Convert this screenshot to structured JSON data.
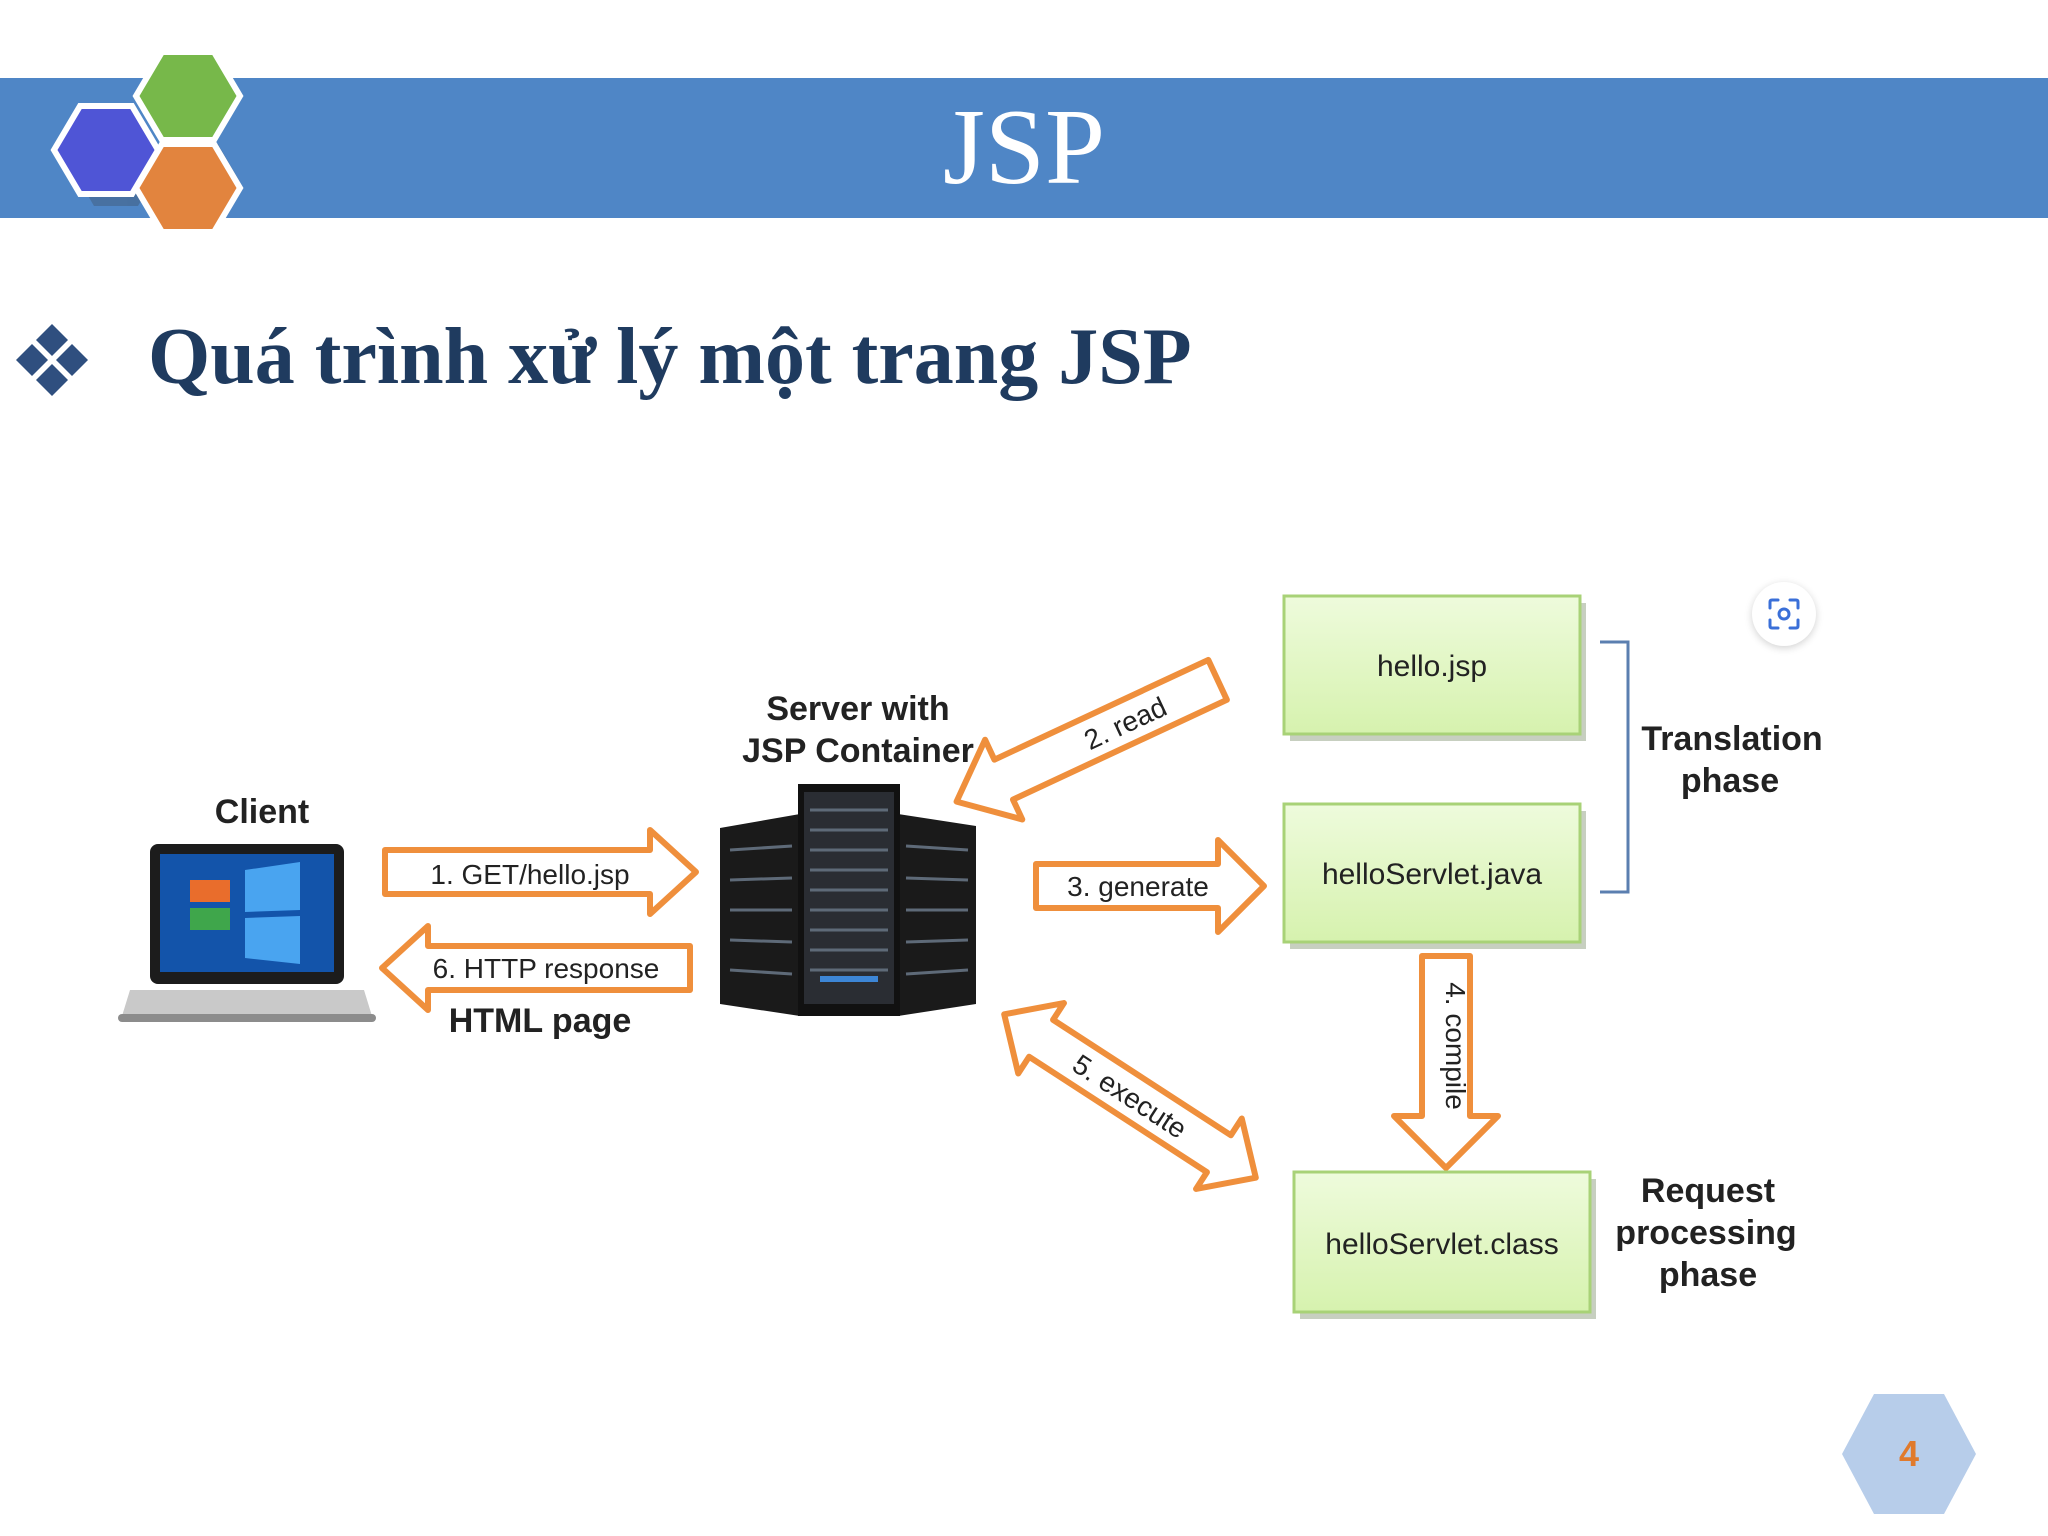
{
  "slide": {
    "title": "JSP",
    "heading": "Quá trình xử lý một trang JSP",
    "page_number": "4"
  },
  "diagram": {
    "client_label": "Client",
    "server_label_line1": "Server with",
    "server_label_line2": "JSP Container",
    "step1": "1. GET/hello.jsp",
    "step2": "2. read",
    "step3": "3. generate",
    "step4": "4. compile",
    "step5": "5. execute",
    "step6": "6. HTTP response",
    "html_page_label": "HTML page",
    "box_jsp": "hello.jsp",
    "box_java": "helloServlet.java",
    "box_class": "helloServlet.class",
    "translation_line1": "Translation",
    "translation_line2": "phase",
    "request_line1": "Request",
    "request_line2": "processing",
    "request_line3": "phase"
  },
  "icons": {
    "logo": "hexagon-cluster-logo",
    "bullet": "diamond-bullet-icon",
    "laptop": "laptop-icon",
    "server": "server-rack-icon",
    "screenshot": "screenshot-icon"
  },
  "colors": {
    "title_bar": "#4f86c6",
    "heading_text": "#1f3b5f",
    "arrow_orange": "#ef8f3c",
    "box_green": "#e2f7c4",
    "hex_blue": "#4f55d6",
    "hex_green": "#77b84a",
    "hex_orange": "#e2843e",
    "page_badge": "#b7cdea"
  }
}
